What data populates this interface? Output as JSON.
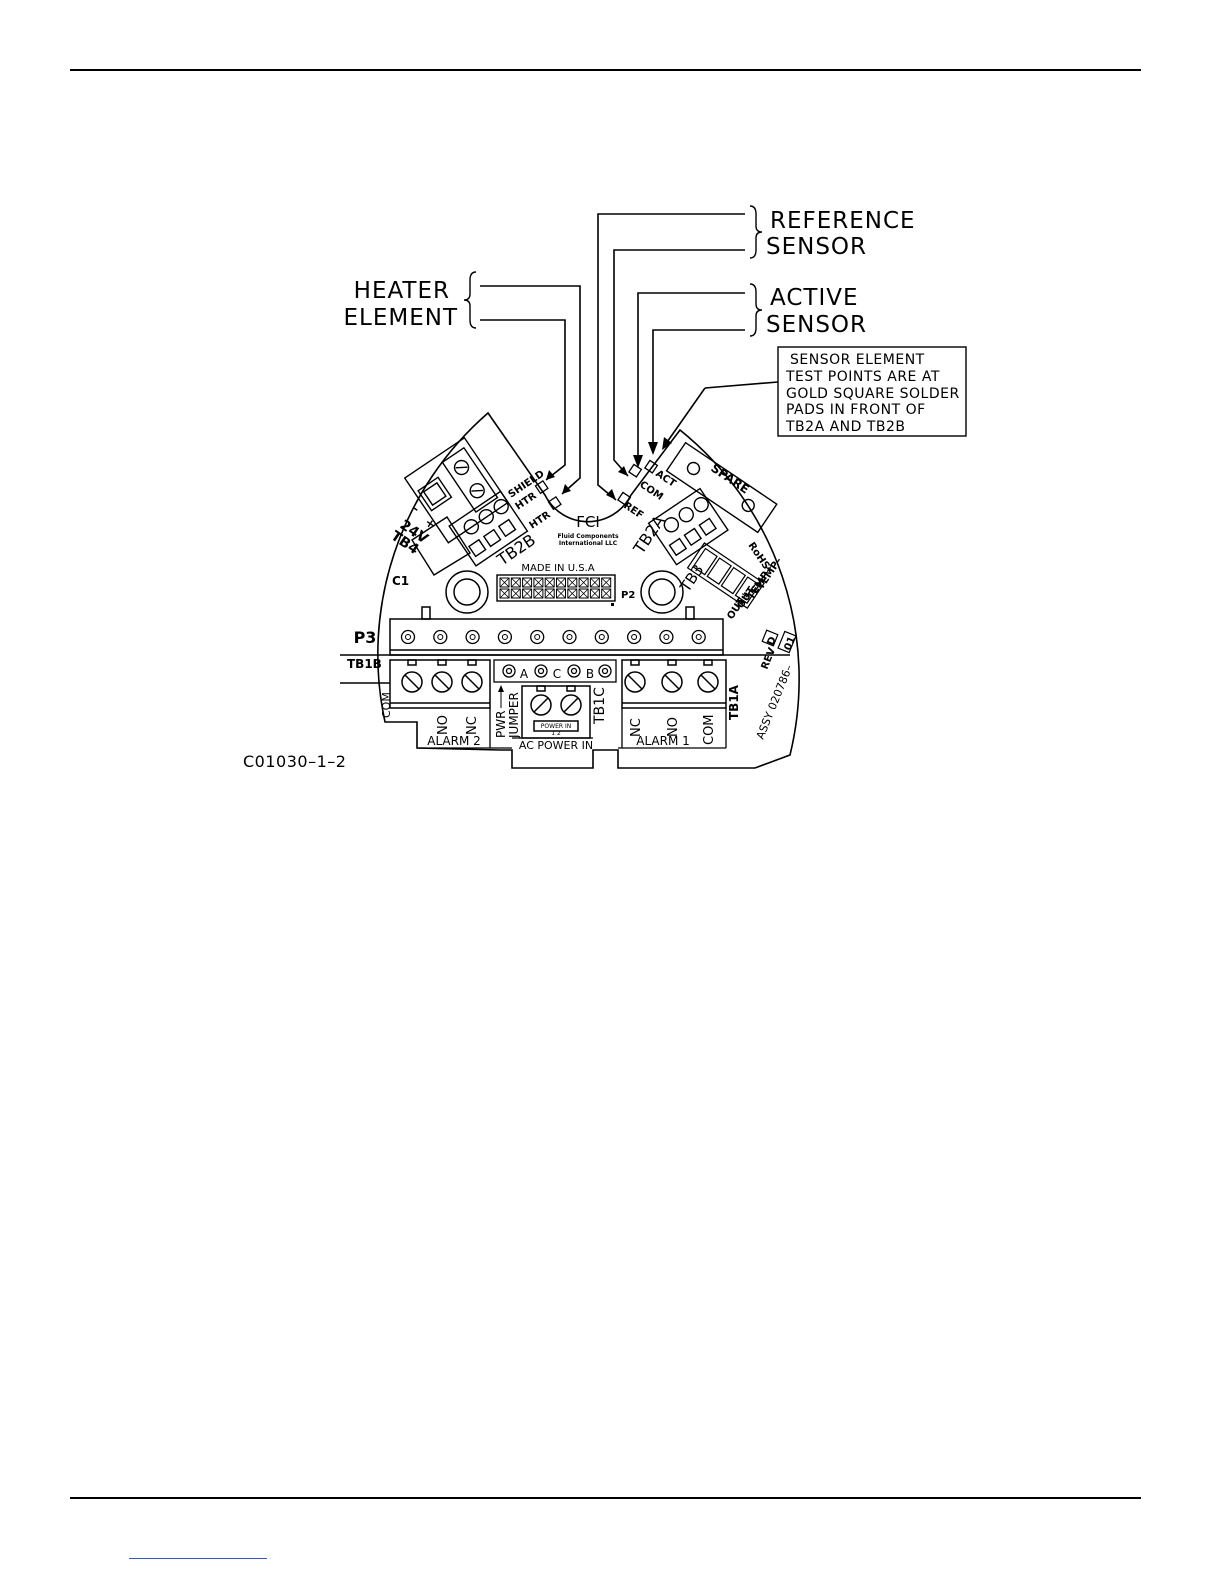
{
  "callouts": {
    "reference": [
      "REFERENCE",
      "SENSOR"
    ],
    "active": [
      "ACTIVE",
      "SENSOR"
    ],
    "heater": [
      "HEATER",
      "ELEMENT"
    ],
    "note": [
      "SENSOR ELEMENT",
      "TEST POINTS ARE AT",
      "GOLD SQUARE SOLDER",
      "PADS IN FRONT OF",
      "TB2A AND TB2B"
    ]
  },
  "board": {
    "brand": "FCI",
    "brand_sub": [
      "Fluid Components",
      "International LLC"
    ],
    "made_in": "MADE IN U.S.A",
    "test_points": {
      "shield": "SHIELD",
      "htr1": "HTR",
      "htr2": "HTR",
      "ref": "REF",
      "com": "COM",
      "act": "ACT"
    },
    "tb2a": "TB2A",
    "tb2b": "TB2B",
    "tb4": "TB4",
    "v24": "24V",
    "minus": "–",
    "plus": "+",
    "c1": "C1",
    "spare": "SPARE",
    "rohs": "RoHS",
    "tb3": "TB3",
    "tb3_pins": [
      "TEMP–",
      "TEMP+",
      "OUT–",
      "OUT+"
    ],
    "p2": "P2",
    "p3": "P3",
    "tb1b": "TB1B",
    "tb1a": "TB1A",
    "tb1c": "TB1C",
    "jumper_letters": [
      "A",
      "C",
      "B"
    ],
    "pwr": "PWR",
    "jumper": "JUMPER",
    "power_in_small": "POWER IN",
    "power_in_nums": "1     2",
    "ac_power_in": "AC POWER IN",
    "alarm2": {
      "com": "COM",
      "no": "NO",
      "nc": "NC",
      "title": "ALARM 2"
    },
    "alarm1": {
      "nc": "NC",
      "no": "NO",
      "com": "COM",
      "title": "ALARM 1"
    },
    "rev_label": "REV",
    "rev_value": "D",
    "assy": "ASSY 020786–",
    "assy_suffix": "01"
  },
  "figure_id": "C01030–1–2"
}
